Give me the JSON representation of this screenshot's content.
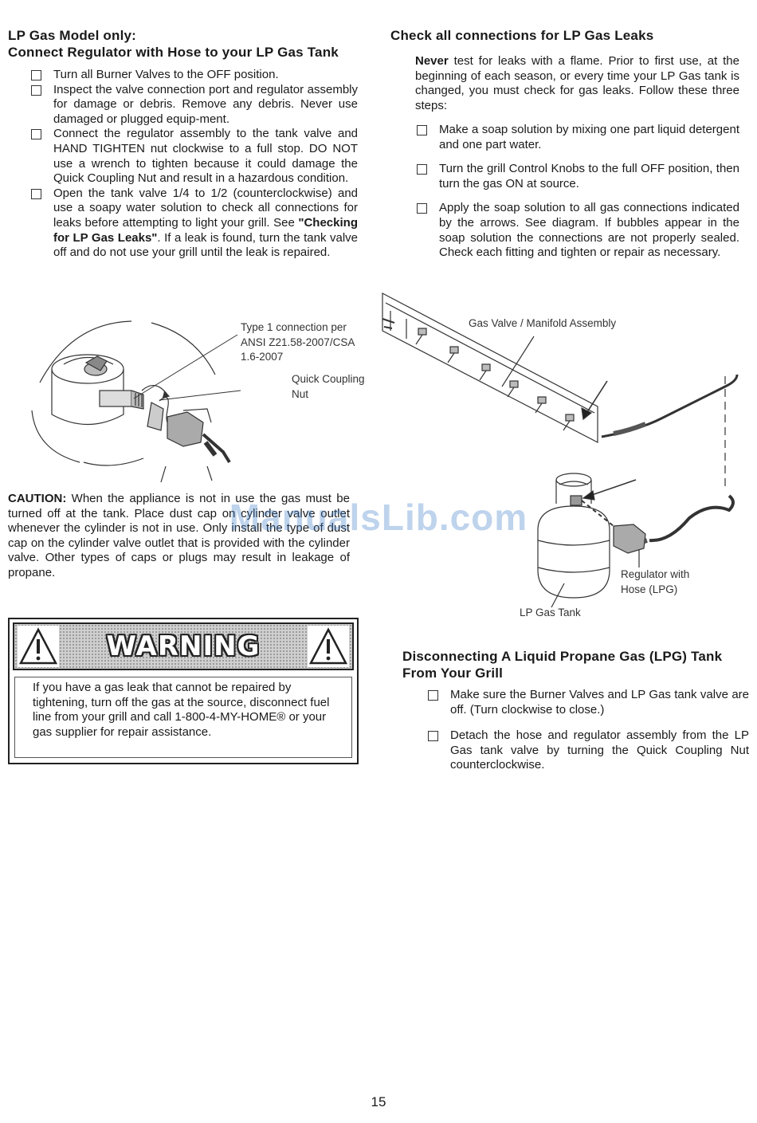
{
  "left": {
    "heading1": "LP Gas Model only:",
    "heading2": "Connect Regulator with Hose to your LP Gas Tank",
    "steps": [
      "Turn all Burner Valves to the OFF position.",
      "Inspect the valve connection port and regulator assembly for damage or debris. Remove any debris. Never use damaged or plugged equip-ment.",
      "Connect the regulator assembly to the tank valve and HAND TIGHTEN nut clockwise to a full stop. DO NOT use a wrench to tighten because it could damage the Quick Coupling Nut and result in a hazardous condition.",
      {
        "before": "Open the tank valve 1/4 to 1/2 (counterclockwise) and use a soapy water solution to check all connections for leaks before attempting to light your grill. See ",
        "bold": "\"Checking for LP Gas Leaks\"",
        "after": ". If a leak is found, turn the tank valve off and do not use your grill until the leak is repaired."
      }
    ],
    "figure": {
      "label_type1": "Type 1 connection per ANSI Z21.58-2007/CSA 1.6-2007",
      "label_coupling": "Quick Coupling Nut"
    },
    "caution": {
      "bold": "CAUTION:",
      "text": " When the appliance is not in use the gas must be turned off at the tank. Place dust cap on cylinder valve outlet whenever the cylinder is not in use. Only install the type of dust cap on the cylinder valve outlet that is provided with the cylinder valve. Other types of caps or plugs may result in leakage of propane."
    },
    "warning": {
      "title": "WARNING",
      "body": "If you have a gas leak that cannot be repaired by tightening, turn off the gas at the source, disconnect fuel line from your grill and call 1-800-4-MY-HOME® or your gas supplier for repair assistance."
    }
  },
  "right": {
    "heading": "Check all connections for LP Gas Leaks",
    "intro_bold": "Never",
    "intro": " test for leaks with a flame. Prior to first use, at the beginning of each season, or every time your LP Gas tank is changed, you must check for gas leaks. Follow these three steps:",
    "steps": [
      "Make a soap solution by mixing one part liquid detergent and one part water.",
      "Turn the grill Control Knobs to the full OFF position, then turn the gas ON at source.",
      "Apply the soap solution to all gas connections indicated by the arrows. See diagram. If bubbles appear in the soap solution the connections are not properly sealed. Check each fitting and tighten or repair as necessary."
    ],
    "figure": {
      "label_manifold": "Gas Valve / Manifold Assembly",
      "label_regulator": "Regulator with Hose (LPG)",
      "label_tank": "LP Gas Tank"
    },
    "disconnect_heading": "Disconnecting A Liquid Propane Gas (LPG) Tank From Your Grill",
    "disconnect_steps": [
      "Make sure the Burner Valves and LP Gas tank valve are off. (Turn clockwise to close.)",
      "Detach the hose and regulator assembly from the LP Gas tank valve by turning the Quick Coupling Nut counterclockwise."
    ]
  },
  "page_number": "15",
  "watermark": "ManualsLib.com"
}
